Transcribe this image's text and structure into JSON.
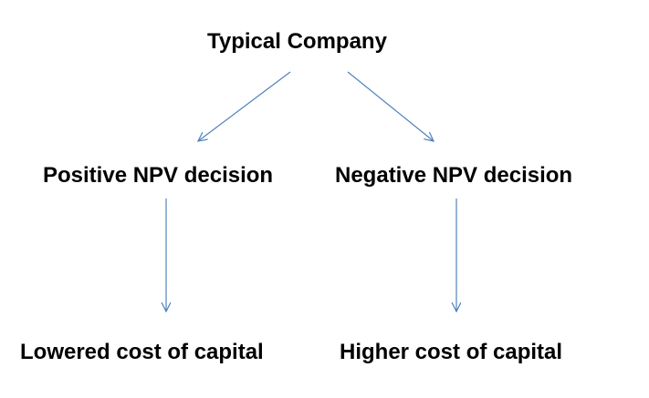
{
  "diagram": {
    "type": "tree",
    "arrow_color": "#4f81bd",
    "nodes": {
      "root": "Typical Company",
      "positive": "Positive NPV decision",
      "negative": "Negative NPV decision",
      "lowered": "Lowered cost of capital",
      "higher": "Higher cost of capital"
    },
    "edges": [
      {
        "from": "root",
        "to": "positive"
      },
      {
        "from": "root",
        "to": "negative"
      },
      {
        "from": "positive",
        "to": "lowered"
      },
      {
        "from": "negative",
        "to": "higher"
      }
    ]
  }
}
